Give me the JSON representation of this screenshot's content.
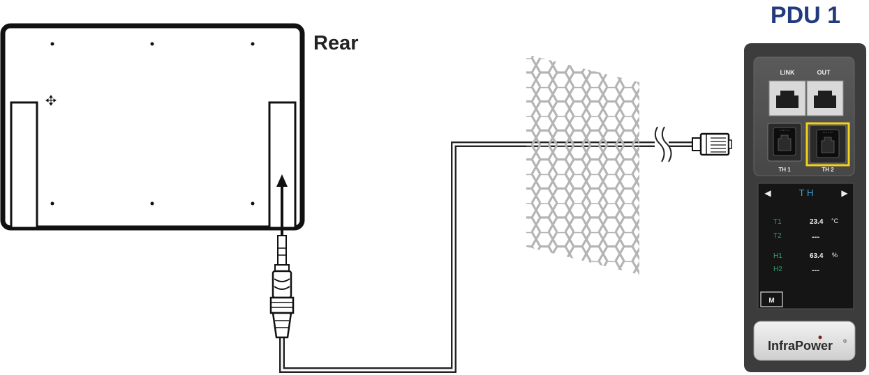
{
  "labels": {
    "pdu_title": "PDU 1",
    "rear": "Rear"
  },
  "pdu": {
    "port_link": "LINK",
    "port_out": "OUT",
    "port_th1": "TH 1",
    "port_th2": "TH 2",
    "screen": {
      "title": "T H",
      "nav_left": "◀",
      "nav_right": "▶",
      "t1_label": "T1",
      "t1_value": "23.4",
      "t_unit": "°C",
      "t2_label": "T2",
      "t2_value": "---",
      "h1_label": "H1",
      "h1_value": "63.4",
      "h_unit": "%",
      "h2_label": "H2",
      "h2_value": "---",
      "mode_button": "M"
    },
    "brand": "InfraPower",
    "brand_mark": "®"
  },
  "colors": {
    "title_blue": "#233a7e",
    "pdu_body": "#3c3c3c",
    "screen_bg": "#151515",
    "screen_title": "#3da7e0",
    "sensor_label": "#2ea36a",
    "highlight": "#f2d21c"
  }
}
